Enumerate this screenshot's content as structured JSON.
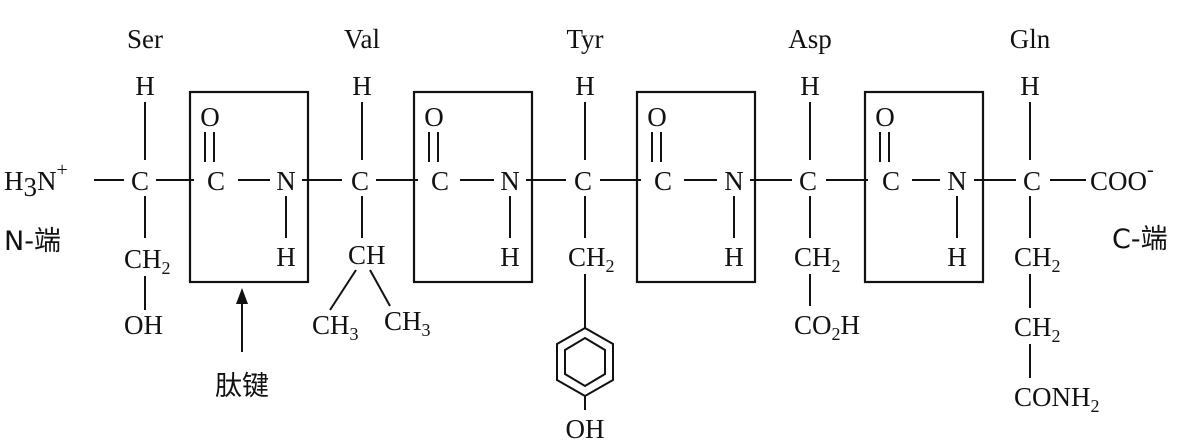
{
  "residues": [
    {
      "name": "Ser"
    },
    {
      "name": "Val"
    },
    {
      "name": "Tyr"
    },
    {
      "name": "Asp"
    },
    {
      "name": "Gln"
    }
  ],
  "atoms": {
    "h": "H",
    "c": "C",
    "n": "N",
    "o": "O",
    "ch": "CH",
    "oh": "OH",
    "coo": "COO",
    "co": "CO",
    "conh": "CONH"
  },
  "n_terminus": {
    "label": "N-端",
    "group": "H",
    "sub": "3",
    "atom": "N",
    "charge": "+"
  },
  "c_terminus": {
    "label": "C-端",
    "charge": "-"
  },
  "subscripts": {
    "two": "2",
    "three": "3"
  },
  "peptide_bond_label": "肽键",
  "colors": {
    "ink": "#111111",
    "background": "#ffffff"
  }
}
